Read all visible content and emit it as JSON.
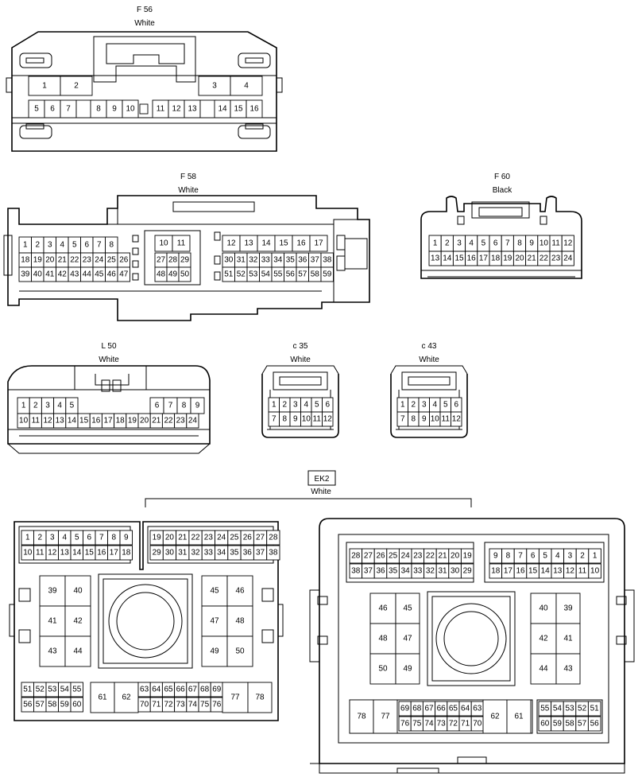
{
  "connectors": {
    "f56": {
      "name": "F 56",
      "color": "White"
    },
    "f58": {
      "name": "F 58",
      "color": "White"
    },
    "f60": {
      "name": "F 60",
      "color": "Black"
    },
    "l50": {
      "name": "L 50",
      "color": "White"
    },
    "c35": {
      "name": "c 35",
      "color": "White"
    },
    "c43": {
      "name": "c 43",
      "color": "White"
    },
    "ek2": {
      "name": "EK2",
      "color": "White"
    }
  }
}
